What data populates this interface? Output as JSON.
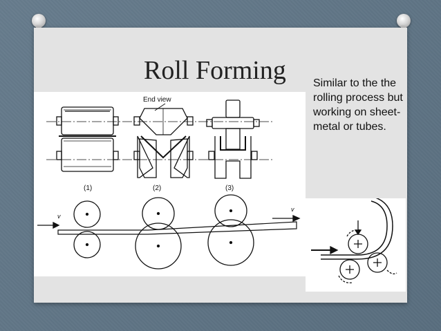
{
  "slide": {
    "title": "Roll Forming",
    "description": "Similar to the the rolling process but working on sheet-metal or tubes."
  },
  "diagram": {
    "end_view_label": "End view",
    "stand_labels": [
      "(1)",
      "(2)",
      "(3)"
    ],
    "velocity_label_in": "v",
    "velocity_label_out": "v"
  }
}
